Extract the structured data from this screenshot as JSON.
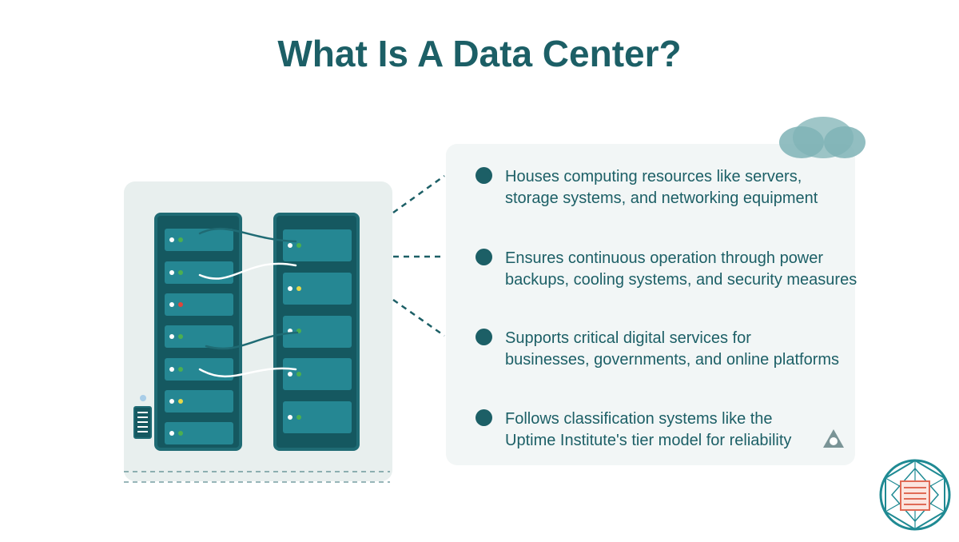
{
  "title": "What Is A Data Center?",
  "bullets": [
    {
      "text": "Houses computing resources like servers,\nstorage systems, and networking equipment"
    },
    {
      "text": "Ensures continuous operation through power\nbackups, cooling systems, and security measures"
    },
    {
      "text": "Supports critical digital services for\nbusinesses, governments, and online platforms"
    },
    {
      "text": "Follows classification systems like the\nUptime Institute's tier model for reliability"
    }
  ],
  "colors": {
    "primary": "#1c5f66",
    "rack_frame": "#1f6b74",
    "rack_body": "#155860",
    "server_unit": "#258793",
    "led_white": "#ffffff",
    "led_green": "#4caf50",
    "led_yellow": "#e6d84a",
    "led_red": "#e0453a",
    "cloud": "#7fb3b6",
    "logo_red": "#e06a55"
  },
  "icons": {
    "cloud": "cloud-icon",
    "tier": "triangle-tier-icon",
    "logo": "geometric-logo-icon"
  }
}
